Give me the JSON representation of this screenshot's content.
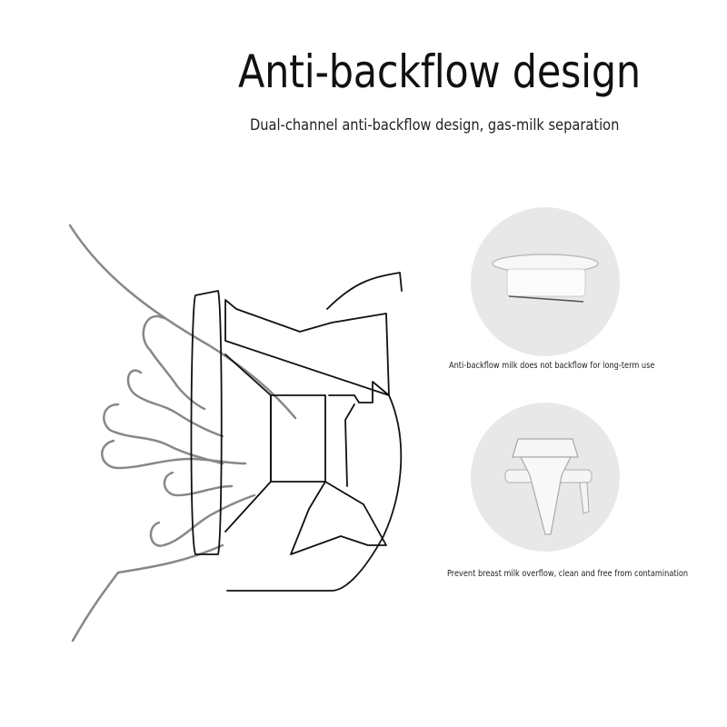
{
  "header": {
    "title": "Anti-backflow design",
    "subtitle": "Dual-channel anti-backflow design, gas-milk separation"
  },
  "illustration": {
    "label": "breast-pump-flange-diagram",
    "line_color": "#111111",
    "milk_duct_color": "#888888"
  },
  "features": [
    {
      "image": "anti-backflow-valve-cap",
      "caption": "Anti-backflow milk does not backflow for long-term use"
    },
    {
      "image": "duckbill-valve",
      "caption": "Prevent breast milk overflow, clean and free from contamination"
    }
  ],
  "colors": {
    "background": "#ffffff",
    "circle_bg": "#e8e8e8",
    "text": "#111111"
  }
}
